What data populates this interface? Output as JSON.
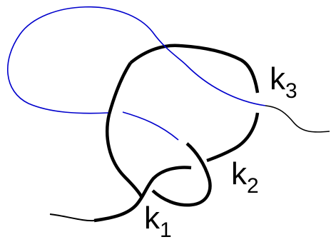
{
  "labels": {
    "k1": {
      "letter": "k",
      "subscript": "1"
    },
    "k2": {
      "letter": "k",
      "subscript": "2"
    },
    "k3": {
      "letter": "k",
      "subscript": "3"
    }
  },
  "colors": {
    "strand_main": "#000000",
    "strand_blue": "#0000cc",
    "background": "#ffffff"
  }
}
